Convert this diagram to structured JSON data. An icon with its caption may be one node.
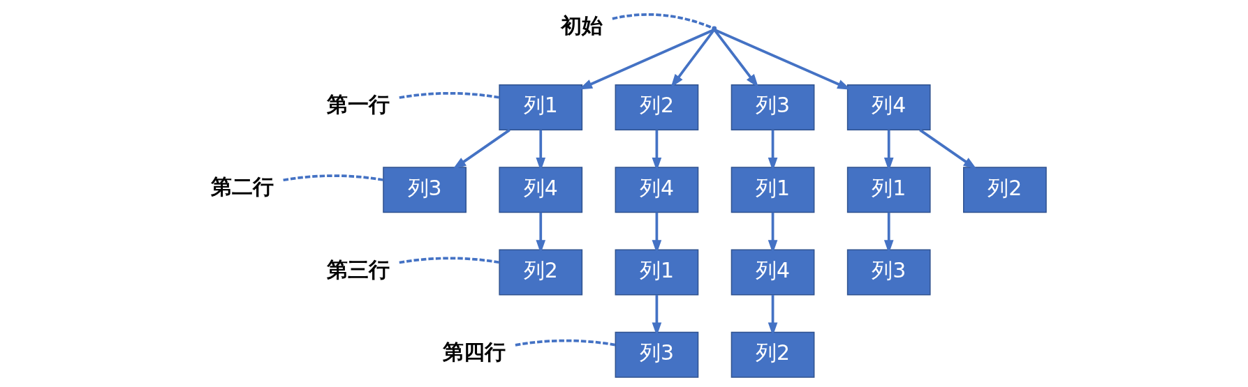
{
  "diagram": {
    "nodes": [
      {
        "text": [
          "初始"
        ]
      },
      {
        "text": [],
        "shape": "point"
      },
      {
        "text": [
          "第一行"
        ]
      },
      {
        "text": [
          "列1"
        ]
      },
      {
        "text": [
          "列2"
        ]
      },
      {
        "text": [
          "列3"
        ]
      },
      {
        "text": [
          "列4"
        ]
      },
      {
        "text": [
          "第二行"
        ]
      },
      {
        "text": [
          "列3"
        ]
      },
      {
        "text": [
          "列4"
        ]
      },
      {
        "text": [
          "列4"
        ]
      },
      {
        "text": [
          "列1"
        ]
      },
      {
        "text": [
          "列1"
        ]
      },
      {
        "text": [
          "列2"
        ]
      },
      {
        "text": [
          "第三行"
        ]
      },
      {
        "text": [
          "列2"
        ]
      },
      {
        "text": [
          "列1"
        ]
      },
      {
        "text": [
          "列4"
        ]
      },
      {
        "text": [
          "列3"
        ]
      },
      {
        "text": [
          "第四行"
        ]
      },
      {
        "text": [
          "列3"
        ]
      },
      {
        "text": [
          "列2"
        ]
      }
    ],
    "edges": [
      {
        "from": 0,
        "to": 1,
        "arrow": "none",
        "style": "dashed"
      },
      {
        "from": 1,
        "to": 3,
        "arrow": "to"
      },
      {
        "from": 1,
        "to": 4,
        "arrow": "to"
      },
      {
        "from": 1,
        "to": 5,
        "arrow": "to"
      },
      {
        "from": 1,
        "to": 6,
        "arrow": "to"
      },
      {
        "from": 2,
        "to": 3,
        "arrow": "none",
        "style": "dashed"
      },
      {
        "from": 3,
        "to": 8,
        "arrow": "to"
      },
      {
        "from": 3,
        "to": 9,
        "arrow": "to"
      },
      {
        "from": 4,
        "to": 10,
        "arrow": "to"
      },
      {
        "from": 5,
        "to": 11,
        "arrow": "to"
      },
      {
        "from": 6,
        "to": 12,
        "arrow": "to"
      },
      {
        "from": 6,
        "to": 13,
        "arrow": "to"
      },
      {
        "from": 7,
        "to": 8,
        "arrow": "none",
        "style": "dashed"
      },
      {
        "from": 9,
        "to": 15,
        "arrow": "to"
      },
      {
        "from": 10,
        "to": 16,
        "arrow": "to"
      },
      {
        "from": 11,
        "to": 17,
        "arrow": "to"
      },
      {
        "from": 12,
        "to": 18,
        "arrow": "to"
      },
      {
        "from": 14,
        "to": 15,
        "arrow": "none",
        "style": "dashed"
      },
      {
        "from": 16,
        "to": 20,
        "arrow": "to"
      },
      {
        "from": 17,
        "to": 21,
        "arrow": "to"
      },
      {
        "from": 19,
        "to": 20,
        "arrow": "none",
        "style": "dashed"
      }
    ]
  }
}
